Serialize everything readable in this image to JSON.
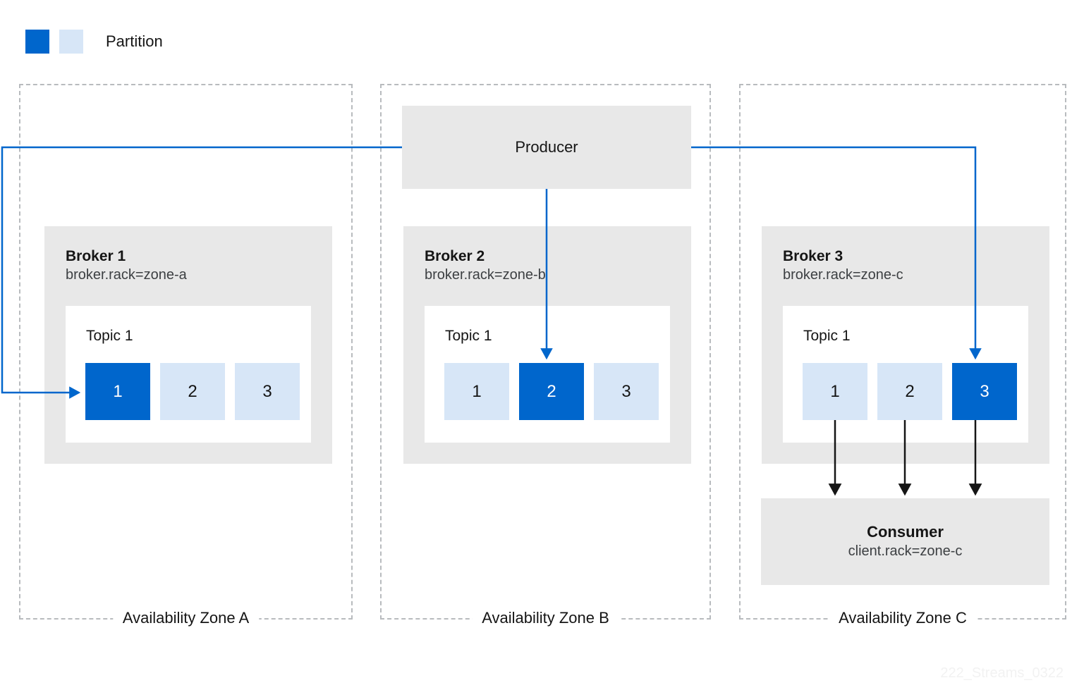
{
  "legend": {
    "swatch_active_color": "#0066cc",
    "swatch_inactive_color": "#d7e6f7",
    "label": "Partition"
  },
  "zones": [
    {
      "id": "a",
      "label": "Availability Zone A"
    },
    {
      "id": "b",
      "label": "Availability Zone B"
    },
    {
      "id": "c",
      "label": "Availability Zone C"
    }
  ],
  "brokers": [
    {
      "id": "broker-1",
      "title": "Broker 1",
      "rack": "broker.rack=zone-a",
      "topic": "Topic 1",
      "partitions": [
        {
          "label": "1",
          "state": "active"
        },
        {
          "label": "2",
          "state": "inactive"
        },
        {
          "label": "3",
          "state": "inactive"
        }
      ]
    },
    {
      "id": "broker-2",
      "title": "Broker 2",
      "rack": "broker.rack=zone-b",
      "topic": "Topic 1",
      "partitions": [
        {
          "label": "1",
          "state": "inactive"
        },
        {
          "label": "2",
          "state": "active"
        },
        {
          "label": "3",
          "state": "inactive"
        }
      ]
    },
    {
      "id": "broker-3",
      "title": "Broker 3",
      "rack": "broker.rack=zone-c",
      "topic": "Topic 1",
      "partitions": [
        {
          "label": "1",
          "state": "inactive"
        },
        {
          "label": "2",
          "state": "inactive"
        },
        {
          "label": "3",
          "state": "active"
        }
      ]
    }
  ],
  "producer": {
    "title": "Producer"
  },
  "consumer": {
    "title": "Consumer",
    "rack": "client.rack=zone-c"
  },
  "colors": {
    "producer_wire": "#0066cc",
    "consumer_wire": "#151515",
    "zone_border": "#b8bbbe",
    "card_bg": "#e8e8e8",
    "topic_bg": "#ffffff"
  },
  "watermark": "222_Streams_0322"
}
